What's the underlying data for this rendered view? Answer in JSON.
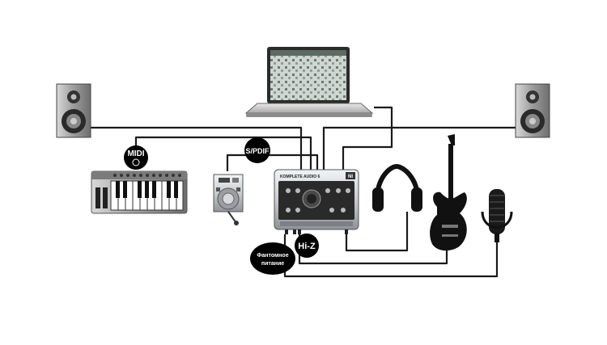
{
  "labels": {
    "midi": "MIDI",
    "spdif": "S/PDIF",
    "hiz": "Hi-Z",
    "phantom_line1": "Фантомное",
    "phantom_line2": "питание"
  },
  "device": {
    "brand": "KOMPLETE AUDIO 6",
    "badge": "NI"
  },
  "colors": {
    "cable": "#1a1a1a",
    "badge": "#000000",
    "chrome": "#cfd2d6",
    "panel": "#2a2a2a"
  },
  "icons": [
    "laptop-icon",
    "speaker-icon",
    "keyboard-icon",
    "dj-controller-icon",
    "headphones-icon",
    "guitar-icon",
    "microphone-icon",
    "audio-interface-icon"
  ]
}
